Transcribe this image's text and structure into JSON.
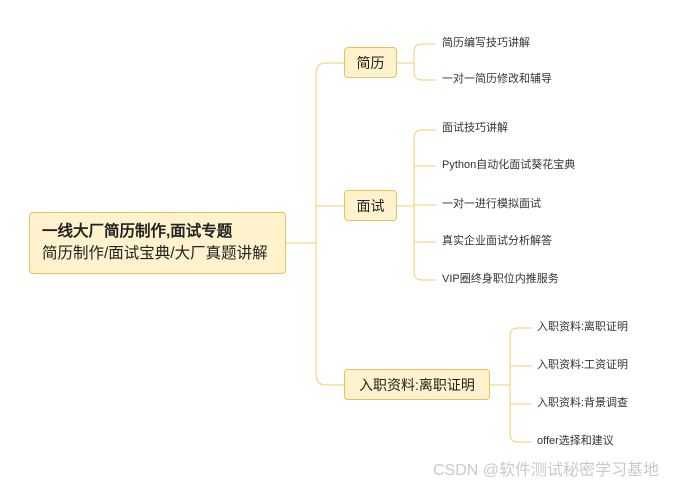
{
  "root": {
    "line1": "一线大厂简历制作,面试专题",
    "line2": "简历制作/面试宝典/大厂真题讲解"
  },
  "branches": [
    {
      "label": "简历",
      "children": [
        "简历编写技巧讲解",
        "一对一简历修改和辅导"
      ]
    },
    {
      "label": "面试",
      "children": [
        "面试技巧讲解",
        "Python自动化面试葵花宝典",
        "一对一进行模拟面试",
        "真实企业面试分析解答",
        "VIP圈终身职位内推服务"
      ]
    },
    {
      "label": "入职资料:离职证明",
      "children": [
        "入职资料:离职证明",
        "入职资料:工资证明",
        "入职资料:背景调查",
        "offer选择和建议"
      ]
    }
  ],
  "watermark": "CSDN @软件测试秘密学习基地",
  "colors": {
    "node_fill": "#fff2cc",
    "node_border": "#e6c35a",
    "connector": "#f2cf6b"
  }
}
